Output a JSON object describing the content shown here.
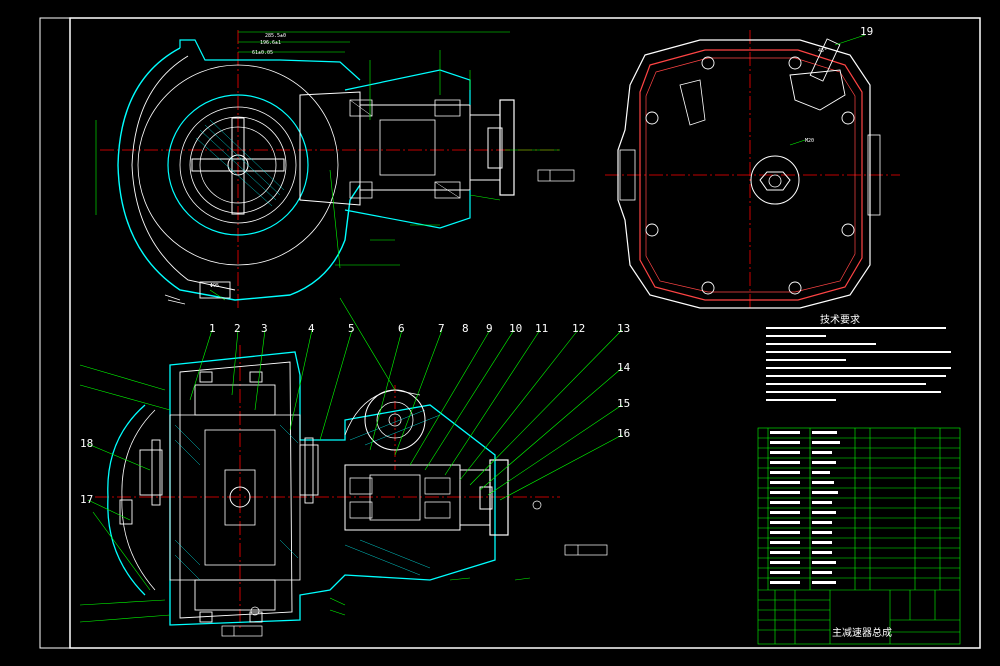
{
  "drawing": {
    "title": "主减速器总成",
    "tech_requirements_title": "技术要求",
    "colors": {
      "background": "#000000",
      "frame": "#ffffff",
      "outline": "#ffffff",
      "housing": "#00ffff",
      "center_line": "#ff0000",
      "dimension": "#00ff00",
      "table": "#00ff00",
      "gasket": "#ff4040"
    },
    "part_numbers": [
      "1",
      "2",
      "3",
      "4",
      "5",
      "6",
      "7",
      "8",
      "9",
      "10",
      "11",
      "12",
      "13",
      "14",
      "15",
      "16",
      "17",
      "18",
      "19"
    ]
  }
}
